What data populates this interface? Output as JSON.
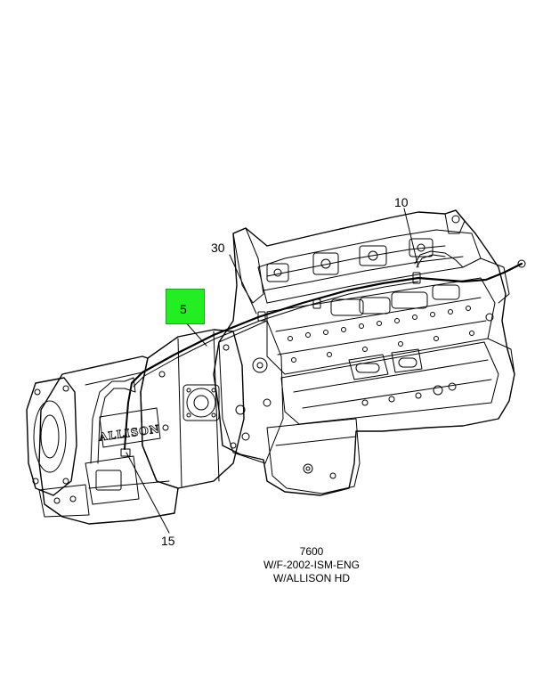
{
  "callouts": {
    "c10": "10",
    "c30": "30",
    "c5": "5",
    "c15": "15"
  },
  "housing_text": "ALLISON",
  "caption": {
    "line1": "7600",
    "line2": "W/F-2002-ISM-ENG",
    "line3": "W/ALLISON HD"
  },
  "colors": {
    "highlight": "#22ee22",
    "line": "#000000",
    "background": "#ffffff"
  }
}
